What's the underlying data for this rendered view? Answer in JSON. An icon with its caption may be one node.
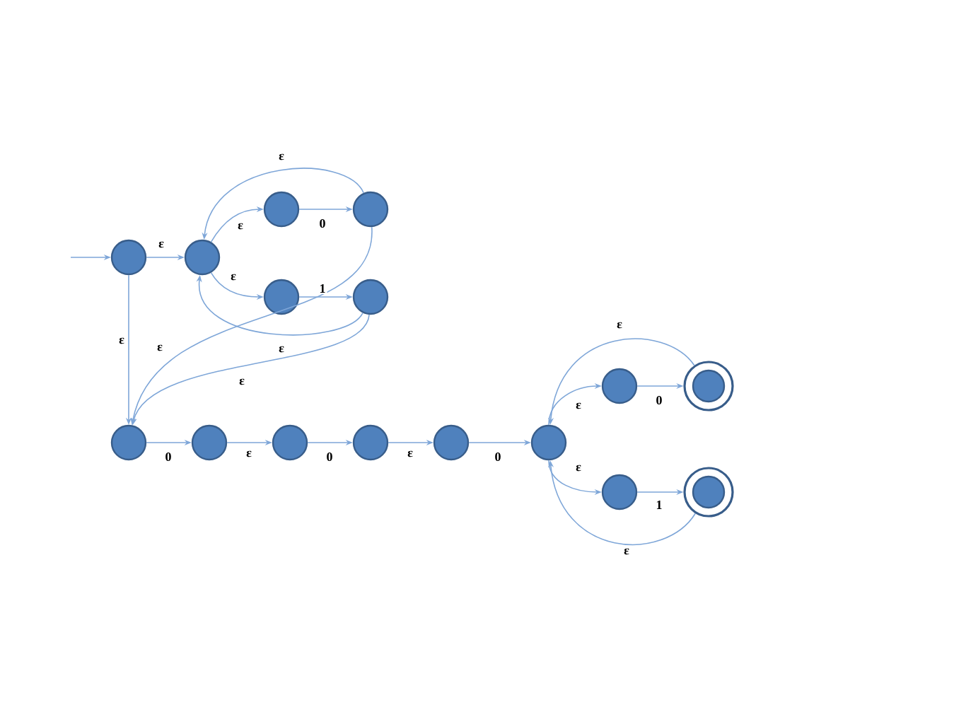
{
  "diagram": {
    "nodes": [
      {
        "text": [],
        "shape": "circle"
      },
      {
        "text": [],
        "shape": "circle"
      },
      {
        "text": [],
        "shape": "circle"
      },
      {
        "text": [],
        "shape": "circle"
      },
      {
        "text": [],
        "shape": "circle"
      },
      {
        "text": [],
        "shape": "circle"
      },
      {
        "text": [],
        "shape": "circle"
      },
      {
        "text": [],
        "shape": "circle"
      },
      {
        "text": [],
        "shape": "circle"
      },
      {
        "text": [],
        "shape": "circle"
      },
      {
        "text": [],
        "shape": "circle"
      },
      {
        "text": [],
        "shape": "circle"
      },
      {
        "text": [],
        "shape": "circle"
      },
      {
        "text": [],
        "shape": "double-circle"
      },
      {
        "text": [],
        "shape": "circle"
      },
      {
        "text": [],
        "shape": "double-circle"
      }
    ],
    "edges": [
      {
        "from": null,
        "to": 0,
        "arrow": "to"
      },
      {
        "from": 0,
        "to": 1,
        "arrow": "to",
        "label": "ε"
      },
      {
        "from": 1,
        "to": 2,
        "arrow": "to",
        "label": "ε"
      },
      {
        "from": 2,
        "to": 3,
        "arrow": "to",
        "label": "0"
      },
      {
        "from": 1,
        "to": 4,
        "arrow": "to",
        "label": "ε"
      },
      {
        "from": 4,
        "to": 5,
        "arrow": "to",
        "label": "1"
      },
      {
        "from": 3,
        "to": 1,
        "arrow": "to",
        "label": "ε"
      },
      {
        "from": 5,
        "to": 1,
        "arrow": "to",
        "label": "ε"
      },
      {
        "from": 0,
        "to": 6,
        "arrow": "to",
        "label": "ε"
      },
      {
        "from": 3,
        "to": 6,
        "arrow": "to",
        "label": "ε"
      },
      {
        "from": 5,
        "to": 6,
        "arrow": "to",
        "label": "ε"
      },
      {
        "from": 6,
        "to": 7,
        "arrow": "to",
        "label": "0"
      },
      {
        "from": 7,
        "to": 8,
        "arrow": "to",
        "label": "ε"
      },
      {
        "from": 8,
        "to": 9,
        "arrow": "to",
        "label": "0"
      },
      {
        "from": 9,
        "to": 10,
        "arrow": "to",
        "label": "ε"
      },
      {
        "from": 10,
        "to": 11,
        "arrow": "to",
        "label": "0"
      },
      {
        "from": 11,
        "to": 12,
        "arrow": "to",
        "label": "ε"
      },
      {
        "from": 12,
        "to": 13,
        "arrow": "to",
        "label": "0"
      },
      {
        "from": 11,
        "to": 14,
        "arrow": "to",
        "label": "ε"
      },
      {
        "from": 14,
        "to": 15,
        "arrow": "to",
        "label": "1"
      },
      {
        "from": 13,
        "to": 11,
        "arrow": "to",
        "label": "ε"
      },
      {
        "from": 15,
        "to": 11,
        "arrow": "to",
        "label": "ε"
      }
    ]
  }
}
